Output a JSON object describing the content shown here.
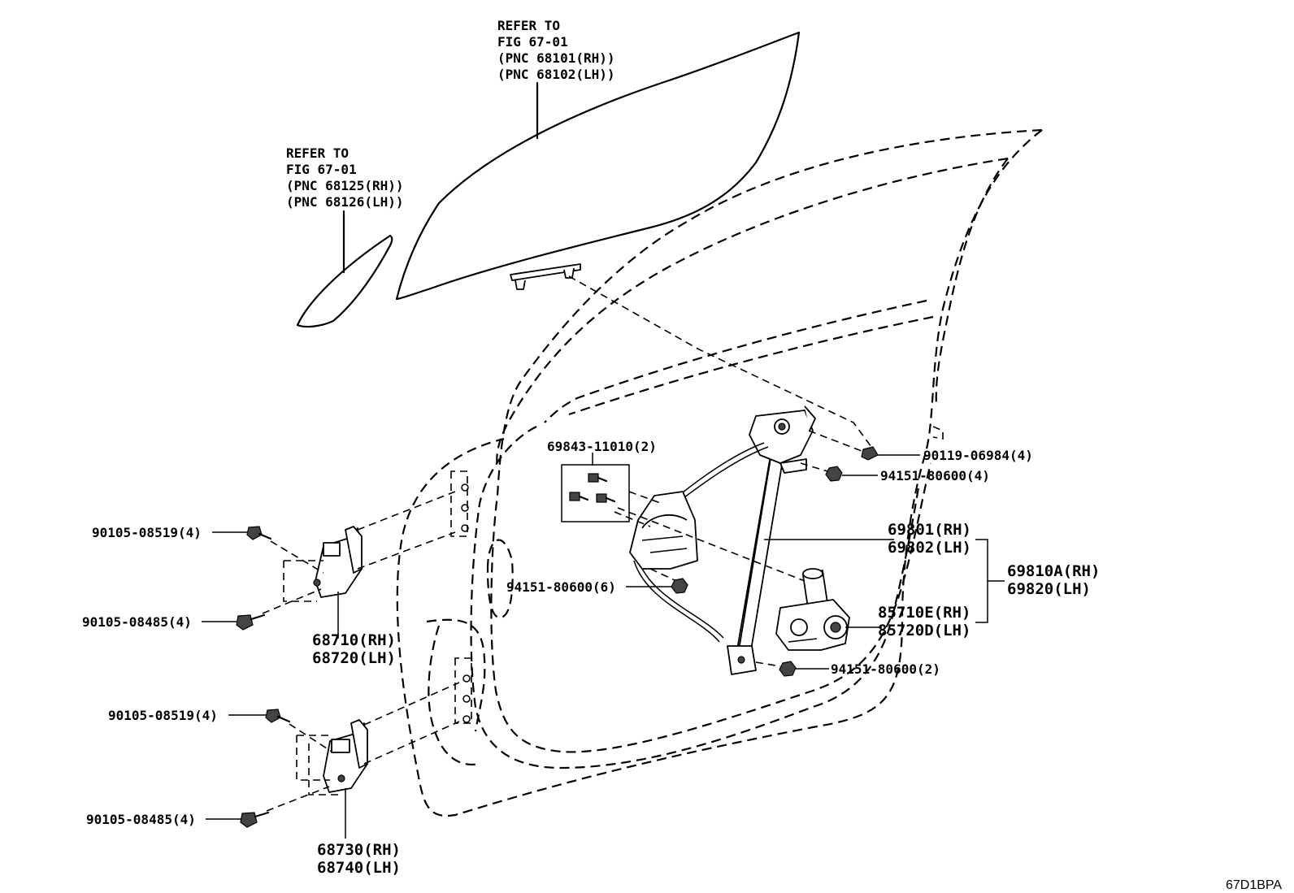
{
  "diagram_code": "67D1BPA",
  "references": {
    "windshield_glass": {
      "line1": "REFER TO",
      "line2": "FIG 67-01",
      "line3": "(PNC 68101(RH))",
      "line4": "(PNC 68102(LH))"
    },
    "quarter_glass": {
      "line1": "REFER TO",
      "line2": "FIG 67-01",
      "line3": "(PNC 68125(RH))",
      "line4": "(PNC 68126(LH))"
    }
  },
  "callouts": {
    "clip_bolt": "69843-11010(2)",
    "bolt_top_right": "90119-06984(4)",
    "nut_top_right": "94151-80600(4)",
    "nut_mid_left": "94151-80600(6)",
    "nut_bottom": "94151-80600(2)",
    "upper_hinge_bolt_a": "90105-08519(4)",
    "upper_hinge_bolt_b": "90105-08485(4)",
    "lower_hinge_bolt_a": "90105-08519(4)",
    "lower_hinge_bolt_b": "90105-08485(4)"
  },
  "parts": {
    "regulator": {
      "rh": "69801(RH)",
      "lh": "69802(LH)"
    },
    "regulator_assy": {
      "rh": "69810A(RH)",
      "lh": "69820(LH)"
    },
    "motor": {
      "rh": "85710E(RH)",
      "lh": "85720D(LH)"
    },
    "upper_hinge": {
      "rh": "68710(RH)",
      "lh": "68720(LH)"
    },
    "lower_hinge": {
      "rh": "68730(RH)",
      "lh": "68740(LH)"
    }
  }
}
